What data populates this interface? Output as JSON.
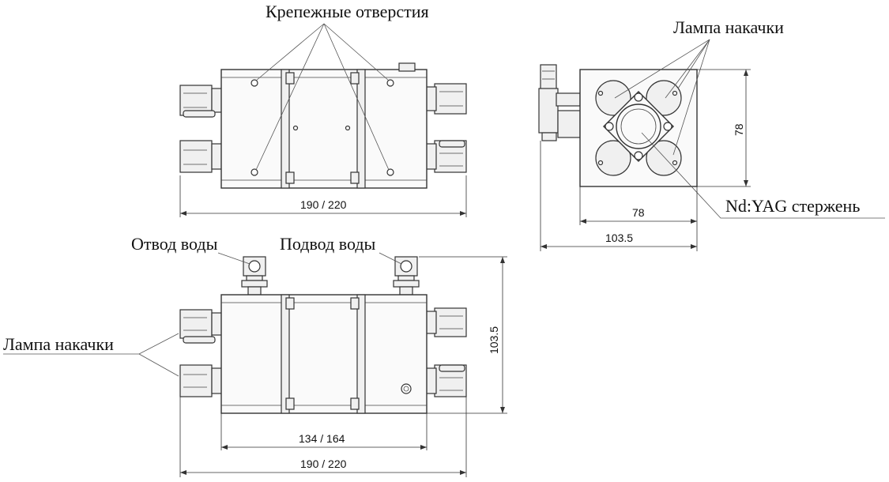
{
  "labels": {
    "mounting_holes": "Крепежные отверстия",
    "pump_lamp_right": "Лампа накачки",
    "rod": "Nd:YAG стержень",
    "water_out": "Отвод воды",
    "water_in": "Подвод воды",
    "pump_lamp_left": "Лампа накачки"
  },
  "dimensions": {
    "top_view_length": "190 / 220",
    "end_view_height": "78",
    "end_view_width": "78",
    "end_view_overall_width": "103.5",
    "side_view_height": "103.5",
    "side_view_body_length": "134 / 164",
    "side_view_overall_length": "190 / 220"
  }
}
